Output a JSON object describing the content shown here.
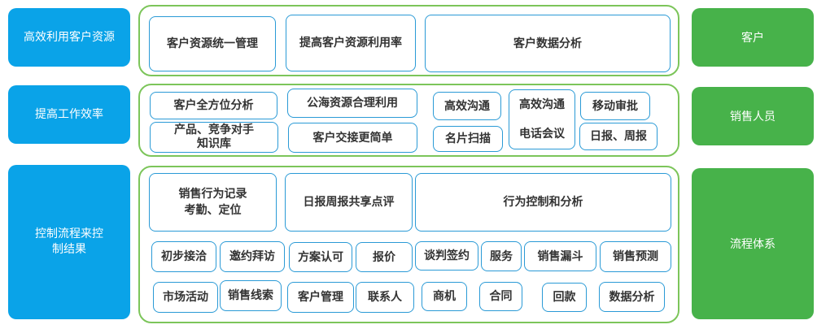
{
  "left_labels": [
    "高效利用客户资源",
    "提高工作效率",
    "控制流程来控制结果"
  ],
  "right_labels": [
    "客户",
    "销售人员",
    "流程体系"
  ],
  "row1": [
    "客户资源统一管理",
    "提高客户资源利用率",
    "客户数据分析"
  ],
  "row2": [
    "客户全方位分析",
    "公海资源合理利用",
    "高效沟通",
    "高效沟通",
    "移动审批",
    "产品、竞争对手",
    "知识库",
    "客户交接更简单",
    "名片扫描",
    "电话会议",
    "日报、周报"
  ],
  "row3": [
    "销售行为记录",
    "考勤、定位",
    "日报周报共享点评",
    "行为控制和分析",
    "初步接洽",
    "邀约拜访",
    "方案认可",
    "报价",
    "谈判签约",
    "服务",
    "销售漏斗",
    "销售预测",
    "市场活动",
    "销售线索",
    "客户管理",
    "联系人",
    "商机",
    "合同",
    "回款",
    "数据分析"
  ],
  "colors": {
    "left": "#0aa3e8",
    "right": "#47b24a",
    "panel_border": "#7cc55a",
    "item_border": "#2a9ad6"
  }
}
